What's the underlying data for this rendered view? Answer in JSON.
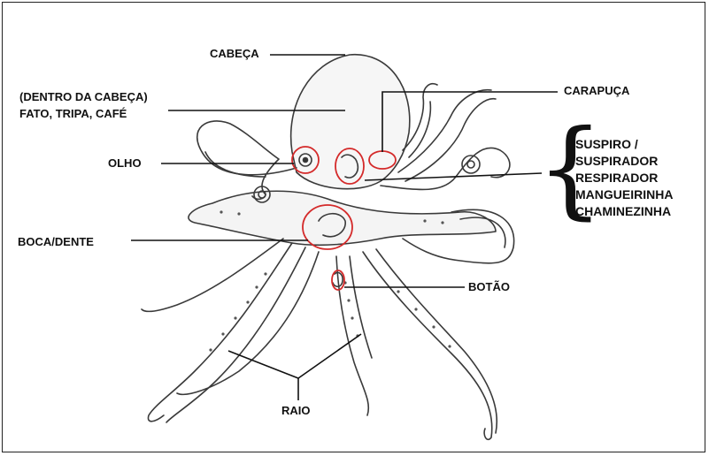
{
  "labels": {
    "cabeca": "CABEÇA",
    "dentro_line1": "(DENTRO DA CABEÇA)",
    "dentro_line2": "FATO, TRIPA, CAFÉ",
    "carapuca": "CARAPUÇA",
    "olho": "OLHO",
    "suspiro_group": [
      "SUSPIRO /",
      "SUSPIRADOR",
      "RESPIRADOR",
      "MANGUEIRINHA",
      "CHAMINEZINHA"
    ],
    "boca": "BOCA/DENTE",
    "botao": "BOTÃO",
    "raio": "RAIO"
  },
  "colors": {
    "highlight_circle": "#d42a2a",
    "line": "#111111",
    "sketch": "#3a3a3a"
  }
}
